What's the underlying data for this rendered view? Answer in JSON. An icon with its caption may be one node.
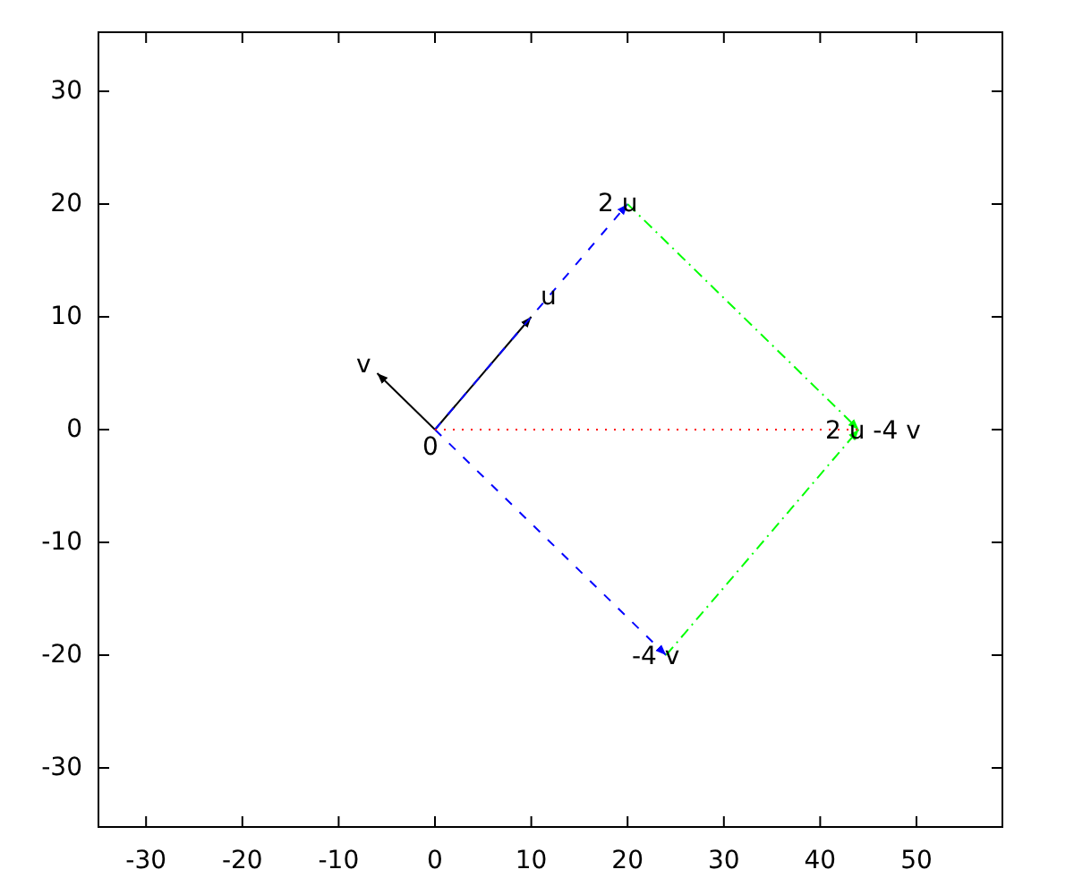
{
  "diagram": {
    "nodes": [
      {
        "text": [
          "0"
        ]
      },
      {
        "text": [
          "u"
        ]
      },
      {
        "text": [
          "v"
        ]
      },
      {
        "text": [
          "2 u"
        ]
      },
      {
        "text": [
          "-4 v"
        ]
      },
      {
        "text": [
          "2 u -4 v"
        ]
      }
    ],
    "edges": [
      {
        "from": 0,
        "to": 1,
        "arrow": "to"
      },
      {
        "from": 0,
        "to": 2,
        "arrow": "to"
      },
      {
        "from": 0,
        "to": 3,
        "arrow": "to",
        "style": "dashed",
        "color": "#0000ff"
      },
      {
        "from": 0,
        "to": 4,
        "arrow": "to",
        "style": "dashed",
        "color": "#0000ff"
      },
      {
        "from": 3,
        "to": 5,
        "arrow": "to",
        "style": "dashed",
        "color": "#00ff00"
      },
      {
        "from": 4,
        "to": 5,
        "arrow": "to",
        "style": "dashed",
        "color": "#00ff00"
      },
      {
        "from": 0,
        "to": 5,
        "arrow": "none",
        "style": "dashed",
        "color": "#ff0000"
      }
    ],
    "labels": [
      "30",
      "20",
      "10",
      "0",
      "-10",
      "-20",
      "-30",
      "-30",
      "-20",
      "-10",
      "0",
      "10",
      "20",
      "30",
      "40",
      "50"
    ]
  }
}
